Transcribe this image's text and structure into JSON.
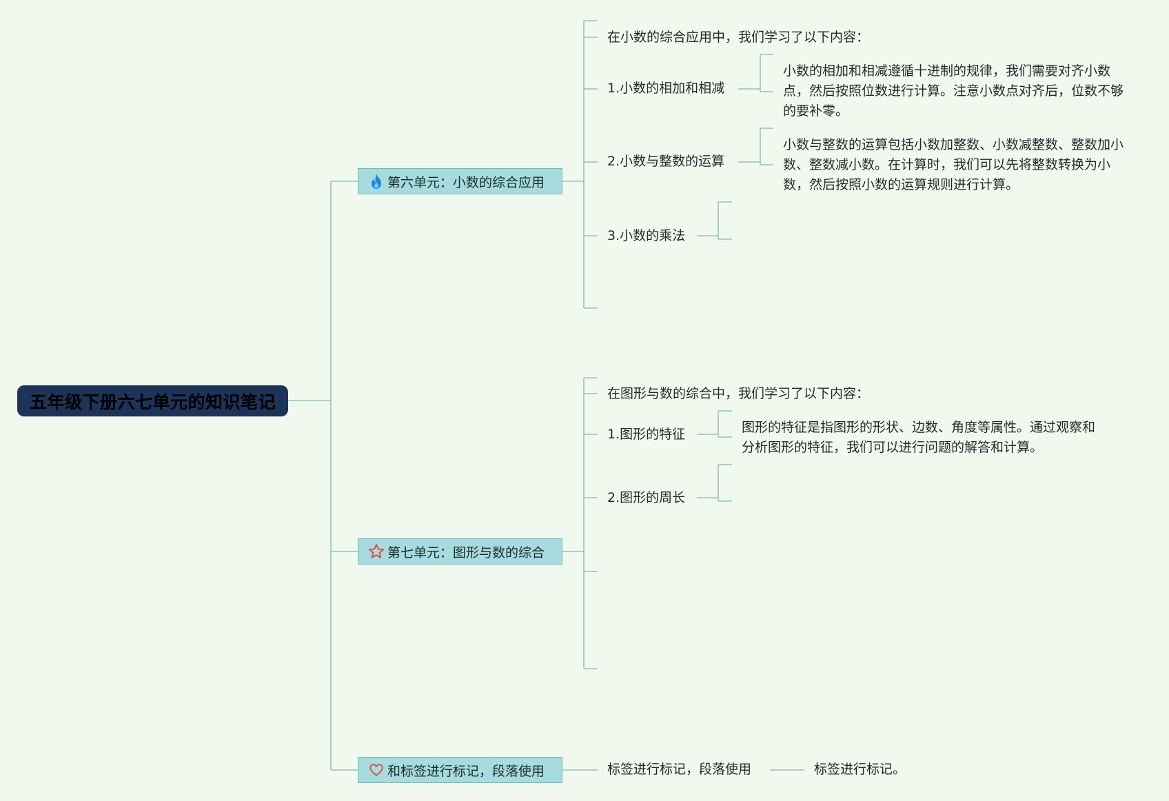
{
  "root": {
    "title": "五年级下册六七单元的知识笔记"
  },
  "branches": [
    {
      "icon": "flame-icon",
      "label": "第六单元：小数的综合应用",
      "intro": "在小数的综合应用中，我们学习了以下内容：",
      "items": [
        {
          "label": "1.小数的相加和相减",
          "detail": "小数的相加和相减遵循十进制的规律，我们需要对齐小数点，然后按照位数进行计算。注意小数点对齐后，位数不够的要补零。"
        },
        {
          "label": "2.小数与整数的运算",
          "detail": "小数与整数的运算包括小数加整数、小数减整数、整数加小数、整数减小数。在计算时，我们可以先将整数转换为小数，然后按照小数的运算规则进行计算。"
        },
        {
          "label": "3.小数的乘法",
          "detail": ""
        }
      ]
    },
    {
      "icon": "star-icon",
      "label": "第七单元：图形与数的综合",
      "intro": "在图形与数的综合中，我们学习了以下内容：",
      "items": [
        {
          "label": "1.图形的特征",
          "detail": "图形的特征是指图形的形状、边数、角度等属性。通过观察和分析图形的特征，我们可以进行问题的解答和计算。"
        },
        {
          "label": "2.图形的周长",
          "detail": ""
        }
      ]
    },
    {
      "icon": "heart-icon",
      "label": "和标签进行标记，段落使用",
      "items": [
        {
          "label": "标签进行标记，段落使用",
          "detail": "标签进行标记。"
        }
      ]
    }
  ],
  "colors": {
    "background": "#f1f9ee",
    "root_fill": "#1d3358",
    "branch_fill": "#a6dcdf",
    "branch_border": "#6fb7bc",
    "connector": "#7fb8b4",
    "flame": "#1e88e5",
    "star": "#e0443a",
    "heart": "#e0443a"
  }
}
